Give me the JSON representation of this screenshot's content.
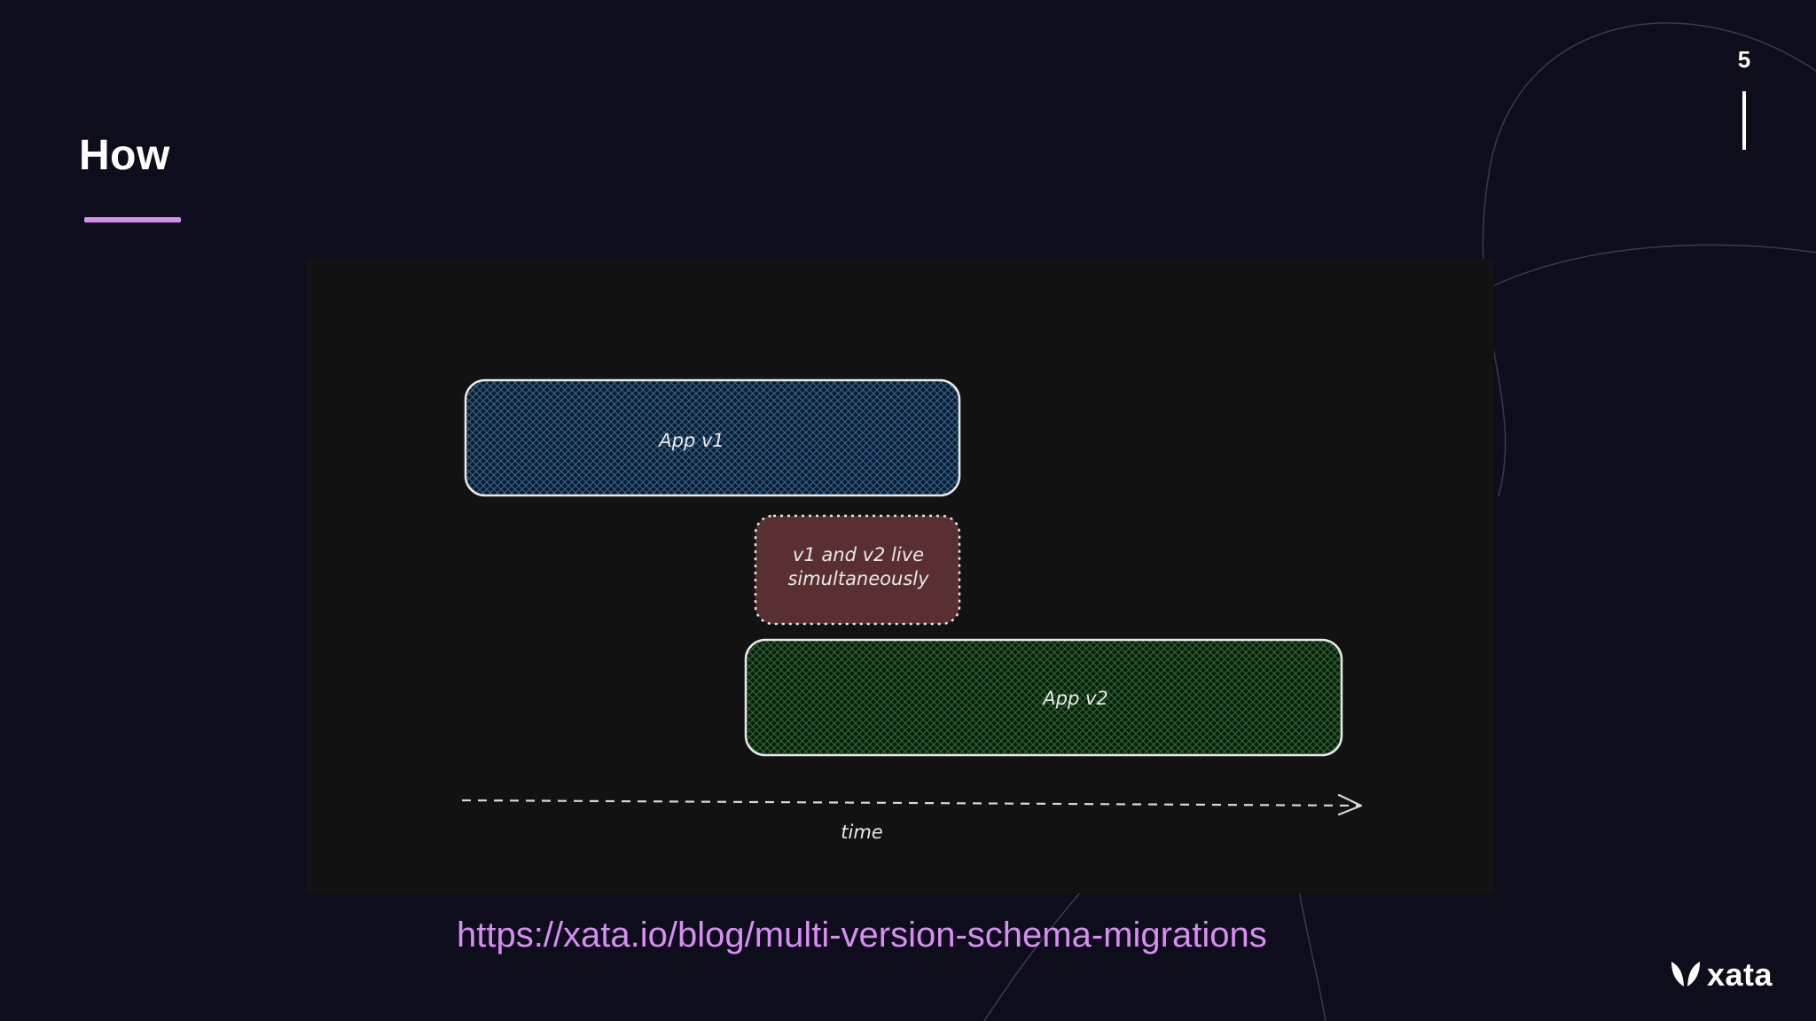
{
  "slide": {
    "title": "How",
    "number": "5",
    "link_text": "https://xata.io/blog/multi-version-schema-migrations"
  },
  "diagram": {
    "bars": [
      {
        "label": "App v1",
        "fill": "#1f4a72",
        "border": "#e8e8e8",
        "style": "cross-hatch"
      },
      {
        "label": "App v2",
        "fill": "#1d5a22",
        "border": "#e8e8e8",
        "style": "cross-hatch"
      }
    ],
    "overlap_note": {
      "lines": [
        "v1 and v2 live",
        "simultaneously"
      ],
      "fill": "#5a2f31",
      "border": "#e8e8e8",
      "style": "dotted"
    },
    "axis": {
      "label": "time",
      "style": "dashed-arrow"
    }
  },
  "brand": {
    "name": "xata",
    "icon": "xata-logo-icon"
  },
  "colors": {
    "background": "#0e0d1b",
    "panel": "#121212",
    "accent": "#d98cf3",
    "text": "#ffffff"
  }
}
